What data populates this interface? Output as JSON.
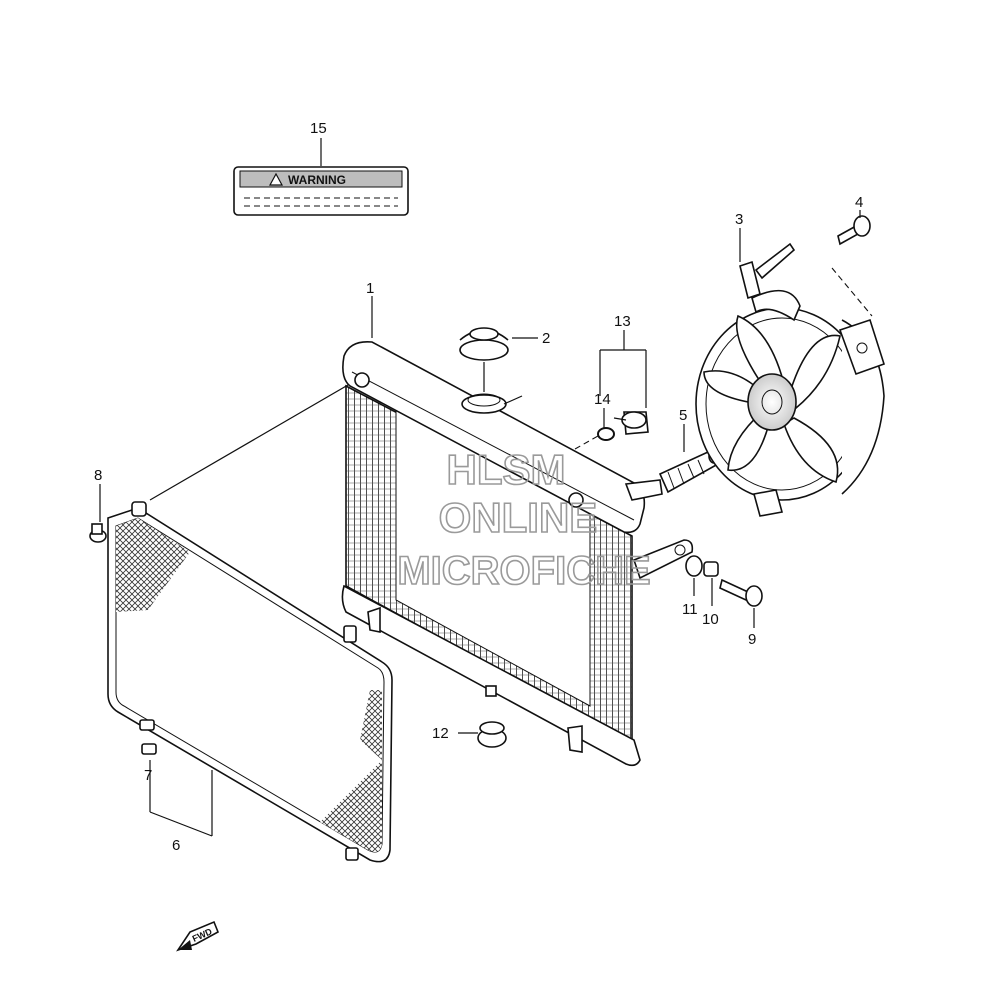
{
  "labels": {
    "p1": "1",
    "p2": "2",
    "p3": "3",
    "p4": "4",
    "p5": "5",
    "p6": "6",
    "p7": "7",
    "p8": "8",
    "p9": "9",
    "p10": "10",
    "p11": "11",
    "p12": "12",
    "p13": "13",
    "p14": "14",
    "p15": "15"
  },
  "warning_label": "WARNING",
  "watermark": {
    "line1": "HLSM",
    "line2": "ONLINE",
    "line3": "MICROFICHE"
  },
  "fwd_arrow": "FWD"
}
